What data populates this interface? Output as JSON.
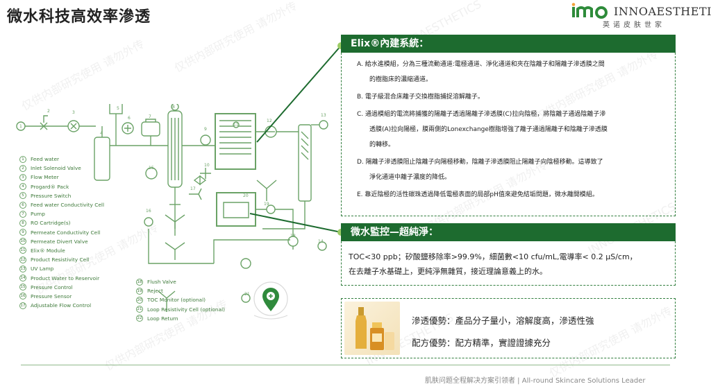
{
  "page": {
    "title": "微水科技高效率滲透"
  },
  "brand": {
    "name": "INNOAESTHETICS",
    "subtitle": "英诺皮肤世家",
    "mark": "inno-logo-icon"
  },
  "watermark": {
    "text": "仅供内部研究使用 请勿外传",
    "brand": "INNOAESTHETICS"
  },
  "legend_left": [
    {
      "n": "1",
      "label": "Feed water"
    },
    {
      "n": "2",
      "label": "Inlet Solenoid Valve"
    },
    {
      "n": "3",
      "label": "Flow Meter"
    },
    {
      "n": "4",
      "label": "Progard® Pack"
    },
    {
      "n": "5",
      "label": "Pressure Switch"
    },
    {
      "n": "6",
      "label": "Feed water Conductivity Cell"
    },
    {
      "n": "7",
      "label": "Pump"
    },
    {
      "n": "8",
      "label": "RO Cartridge(s)"
    },
    {
      "n": "9",
      "label": "Permeate Conductivity Cell"
    },
    {
      "n": "10",
      "label": "Permeate Divert Valve"
    },
    {
      "n": "11",
      "label": "Elix® Module"
    },
    {
      "n": "12",
      "label": "Product Resistivity Cell"
    },
    {
      "n": "13",
      "label": "UV Lamp"
    },
    {
      "n": "14",
      "label": "Product Water to Reservoir"
    },
    {
      "n": "15",
      "label": "Pressure Control"
    },
    {
      "n": "16",
      "label": "Pressure Sensor"
    },
    {
      "n": "17",
      "label": "Adjustable Flow Control"
    }
  ],
  "legend_right": [
    {
      "n": "18",
      "label": "Flush Valve"
    },
    {
      "n": "19",
      "label": "Reject"
    },
    {
      "n": "20",
      "label": "TOC Monitor (optional)"
    },
    {
      "n": "21",
      "label": "Loop Resistivity Cell (optional)"
    },
    {
      "n": "22",
      "label": "Loop Return"
    }
  ],
  "elix": {
    "heading": "Elix®內建系統：",
    "paragraphs": [
      {
        "first": "A. 給水進模組，分為三種流動通道:電極通道、淨化通道和夾在陰離子和陽離子滲透膜之間",
        "rest": [
          "的樹脂床的濃縮通道。"
        ]
      },
      {
        "first": "B. 電子級混合床離子交換樹脂捕捉溶解離子。",
        "rest": []
      },
      {
        "first": "C. 通過模組的電流將捕獲的陽離子透過陽離子滲透膜(C)拉向陰極，將陰離子通過陰離子滲",
        "rest": [
          "透膜(A)拉向陽極，膜兩側的Lonexchange樹脂增強了離子通過陽離子和陰離子滲透膜",
          "的轉移。"
        ]
      },
      {
        "first": "D. 陽離子滲透膜阻止陰離子向陽極移動，陰離子滲透膜阻止陽離子向陰極移動。這導致了",
        "rest": [
          "淨化通道中離子濃度的降低。"
        ]
      },
      {
        "first": "E. 靠近陰極的活性碳珠透過降低電極表面的局部pH值來避免結垢問題，微水離開模組。",
        "rest": []
      }
    ]
  },
  "monitor": {
    "heading": "微水監控—超純淨：",
    "lines": [
      "TOC<30 ppb；矽酸鹽移除率>99.9%，細菌數<10 cfu/mL,電導率< 0.2 μS/cm，",
      "在去離子水基礎上，更純淨無雜質，接近理論意義上的水。"
    ]
  },
  "advantages": {
    "lines": [
      "滲透優勢：產品分子量小，溶解度高，滲透性強",
      "配方優勢：配方精準，實證證據充分"
    ]
  },
  "footer": {
    "text": "肌肤问题全程解决方案引领者 | All-round Skincare Solutions Leader"
  },
  "colors": {
    "accent": "#1d6b2f",
    "diagram": "#6aa266",
    "legend_text": "#3e7a3a"
  }
}
